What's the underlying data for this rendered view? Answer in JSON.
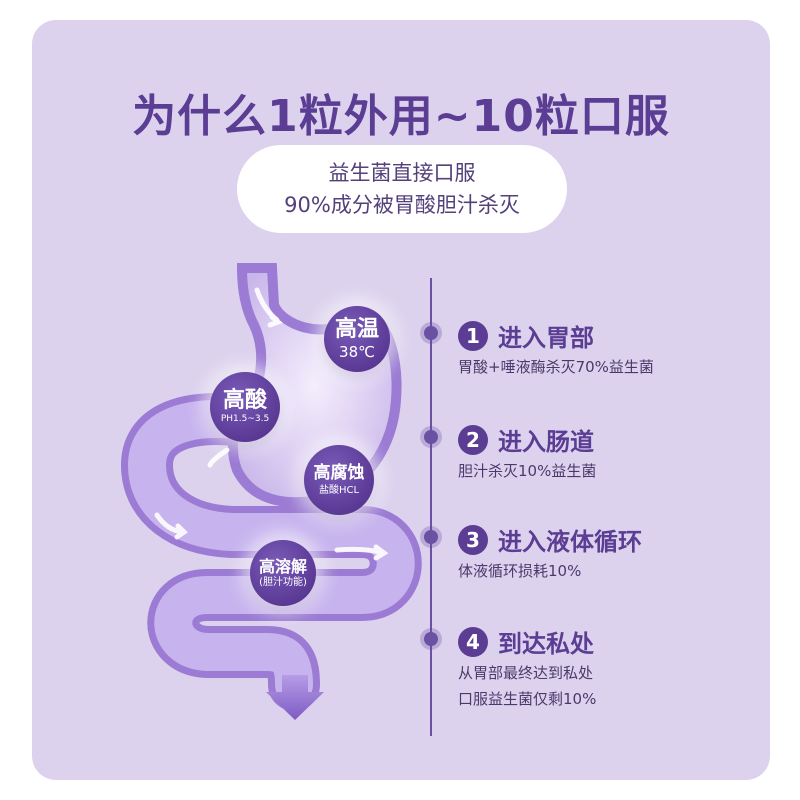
{
  "title": "为什么1粒外用~10粒口服",
  "subtitle": {
    "line1": "益生菌直接口服",
    "line2": "90%成分被胃酸胆汁杀灭"
  },
  "badges": {
    "high_temp": {
      "title": "高温",
      "sub": "38℃"
    },
    "high_acid": {
      "title": "高酸",
      "sub": "PH1.5~3.5"
    },
    "high_corrosion": {
      "title": "高腐蚀",
      "sub": "盐酸HCL"
    },
    "high_dissolve": {
      "title": "高溶解",
      "sub": "(胆汁功能)"
    }
  },
  "steps": [
    {
      "num": "1",
      "title": "进入胃部",
      "desc": "胃酸+唾液酶杀灭70%益生菌"
    },
    {
      "num": "2",
      "title": "进入肠道",
      "desc": "胆汁杀灭10%益生菌"
    },
    {
      "num": "3",
      "title": "进入液体循环",
      "desc": "体液循环损耗10%"
    },
    {
      "num": "4",
      "title": "到达私处",
      "desc": "从胃部最终达到私处",
      "desc2": "口服益生菌仅剩10%"
    }
  ],
  "colors": {
    "card_bg": "#dcd2ee",
    "accent": "#5b3d93",
    "organ_fill": "#b9a2e0"
  }
}
